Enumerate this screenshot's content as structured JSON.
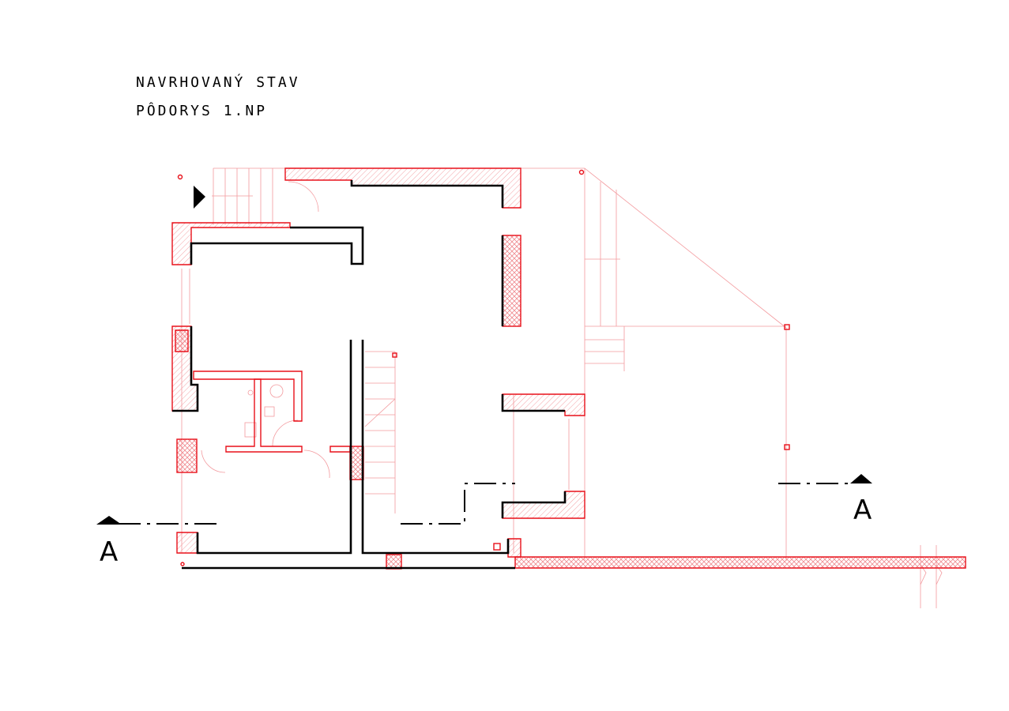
{
  "drawing": {
    "title_line1": "NAVRHOVANÝ STAV",
    "title_line2": "PÔDORYS 1.NP",
    "section_label_left": "A",
    "section_label_right": "A"
  },
  "colors": {
    "new_construction": "#e8101a",
    "existing_walls": "#000000",
    "auxiliary_lines": "#f39a9e"
  }
}
